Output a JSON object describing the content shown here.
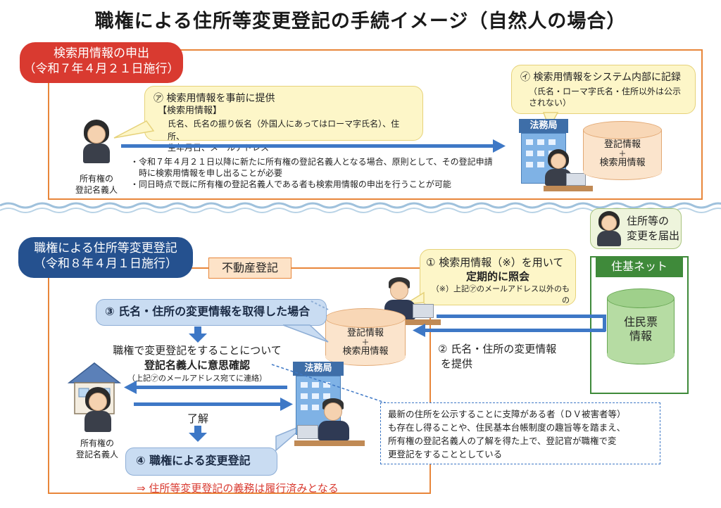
{
  "title": "職権による住所等変更登記の手続イメージ（自然人の場合）",
  "top": {
    "badge_line1": "検索用情報の申出",
    "badge_line2": "（令和７年４月２１日施行）",
    "bubble_a_title": "㋐ 検索用情報を事前に提供",
    "bubble_a_head": "【検索用情報】",
    "bubble_a_body1": "氏名、氏名の振り仮名（外国人にあってはローマ字氏名）、住所、",
    "bubble_a_body2": "生年月日、メールアドレス",
    "bubble_b_title": "㋑ 検索用情報をシステム内部に記録",
    "bubble_b_body": "（氏名・ローマ字氏名・住所以外は公示されない）",
    "person_label1": "所有権の",
    "person_label2": "登記名義人",
    "bureau_label": "法務局",
    "db_line1": "登記情報",
    "db_plus": "＋",
    "db_line2": "検索用情報",
    "note1": "・令和７年４月２１日以降に新たに所有権の登記名義人となる場合、原則として、その登記申請",
    "note1b": "時に検索用情報を申し出ることが必要",
    "note2": "・同日時点で既に所有権の登記名義人である者も検索用情報の申出を行うことが可能"
  },
  "bottom": {
    "badge_line1": "職権による住所等変更登記",
    "badge_line2": "（令和８年４月１日施行）",
    "realestate_label": "不動産登記",
    "resident_bubble1": "住所等の",
    "resident_bubble2": "変更を届出",
    "juki_label": "住基ネット",
    "juki_db1": "住民票",
    "juki_db2": "情報",
    "step1_title": "① 検索用情報（※）を用いて",
    "step1_bold": "定期的に照会",
    "step1_note": "（※）上記㋐のメールアドレス以外のもの",
    "step2_line1": "② 氏名・住所の変更情報",
    "step2_line2": "を提供",
    "step3": "③ 氏名・住所の変更情報を取得した場合",
    "confirm_line1": "職権で変更登記をすることについて",
    "confirm_bold": "登記名義人に意思確認",
    "confirm_note": "（上記㋐のメールアドレス宛てに連絡）",
    "ryokai": "了解",
    "step4": "④ 職権による変更登記",
    "result": "⇒ 住所等変更登記の義務は履行済みとなる",
    "db_line1": "登記情報",
    "db_plus": "＋",
    "db_line2": "検索用情報",
    "bureau_label": "法務局",
    "person_label1": "所有権の",
    "person_label2": "登記名義人",
    "dv_note1": "最新の住所を公示することに支障がある者（ＤＶ被害者等）",
    "dv_note2": "も存在し得ることや、住民基本台帳制度の趣旨等を踏まえ、",
    "dv_note3": "所有権の登記名義人の了解を得た上で、登記官が職権で変",
    "dv_note4": "更登記をすることとしている"
  },
  "colors": {
    "accent_orange": "#e8863a",
    "badge_red": "#d93a30",
    "badge_blue": "#25518f",
    "arrow_blue": "#3e78c6",
    "juki_green": "#3f8a3a",
    "result_red": "#d93a30"
  }
}
